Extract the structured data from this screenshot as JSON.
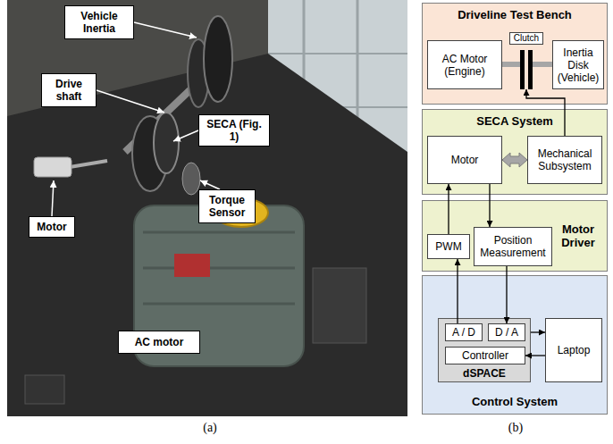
{
  "diagram": {
    "nodes": [
      {
        "text": [
          "Vehicle Inertia"
        ]
      },
      {
        "text": [
          "Drive shaft"
        ]
      },
      {
        "text": [
          "SECA (Fig. 1)"
        ]
      },
      {
        "text": [
          "Torque Sensor"
        ]
      },
      {
        "text": [
          "Motor"
        ]
      },
      {
        "text": [
          "AC motor"
        ]
      },
      {
        "text": [
          "Driveline Test Bench"
        ]
      },
      {
        "text": [
          "AC Motor (Engine)"
        ],
        "in": 6
      },
      {
        "text": [
          "Clutch"
        ],
        "in": 6
      },
      {
        "text": [
          "Inertia Disk (Vehicle)"
        ],
        "in": 6
      },
      {
        "text": [
          "SECA System"
        ]
      },
      {
        "text": [
          "Motor"
        ],
        "in": 10
      },
      {
        "text": [
          "Mechanical Subsystem"
        ],
        "in": 10
      },
      {
        "text": [
          "Motor Driver"
        ]
      },
      {
        "text": [
          "PWM"
        ],
        "in": 13
      },
      {
        "text": [
          "Position Measurement"
        ],
        "in": 13
      },
      {
        "text": [
          "Control System"
        ]
      },
      {
        "text": [
          "dSPACE"
        ],
        "in": 16
      },
      {
        "text": [
          "A / D"
        ],
        "in": 17
      },
      {
        "text": [
          "D / A"
        ],
        "in": 17
      },
      {
        "text": [
          "Controller"
        ],
        "in": 17
      },
      {
        "text": [
          "Laptop"
        ],
        "in": 16
      }
    ],
    "edges": [
      {
        "from": 7,
        "to": 8,
        "arrow": "none"
      },
      {
        "from": 8,
        "to": 9,
        "arrow": "none"
      },
      {
        "from": 12,
        "to": 8,
        "arrow": "to"
      },
      {
        "from": 11,
        "to": 12,
        "arrow": "both"
      },
      {
        "from": 14,
        "to": 11,
        "arrow": "to"
      },
      {
        "from": 11,
        "to": 15,
        "arrow": "to"
      },
      {
        "from": 18,
        "to": 14,
        "arrow": "to"
      },
      {
        "from": 15,
        "to": 19,
        "arrow": "to"
      },
      {
        "from": 17,
        "to": 21,
        "arrow": "to"
      },
      {
        "from": 21,
        "to": 20,
        "arrow": "to"
      }
    ],
    "labels": [
      "(a)",
      "(b)"
    ]
  }
}
